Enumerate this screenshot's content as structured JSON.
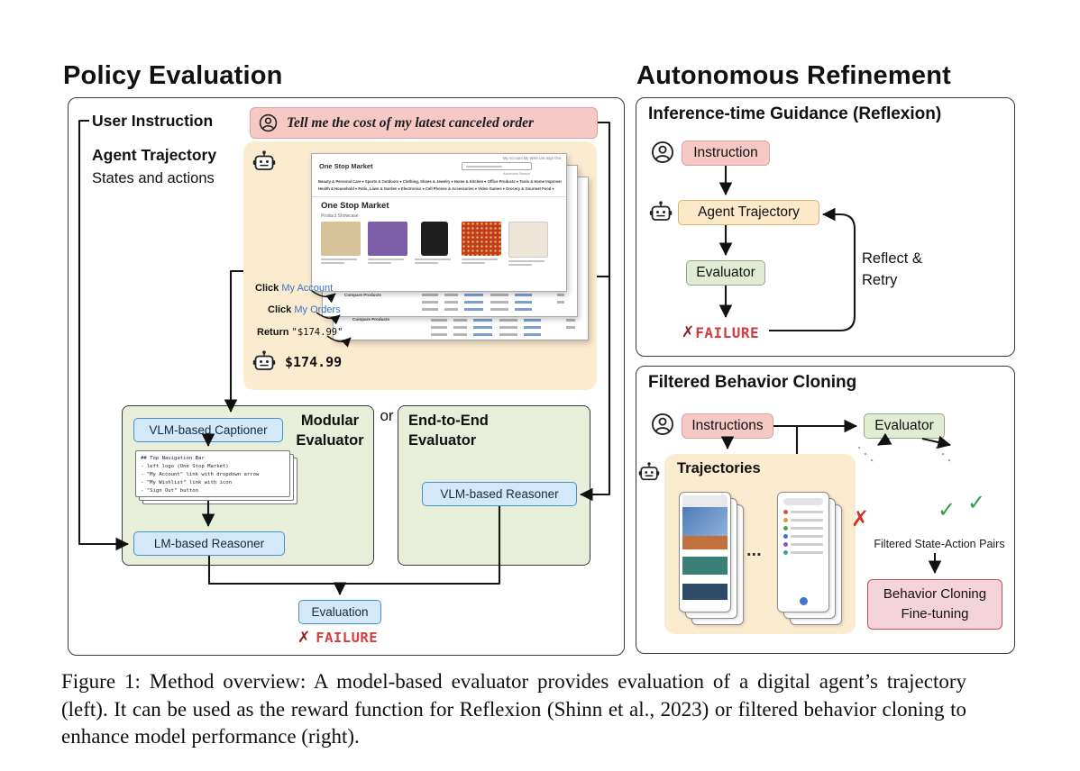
{
  "figure": {
    "left": {
      "title": "Policy Evaluation",
      "labels": {
        "user_instruction": "User Instruction",
        "agent_trajectory": "Agent Trajectory",
        "states_and_actions": "States and actions",
        "or": "or"
      },
      "instruction_bubble": {
        "text": "Tell me the cost of my latest canceled order"
      },
      "trajectory": {
        "browser": {
          "top_links": "My Account    My Wish List    Sign Out",
          "logo": "One Stop Market",
          "search_hint": "Advanced Search",
          "nav_row1": "Beauty & Personal Care ▾   Sports & Outdoors ▾   Clothing, Shoes & Jewelry ▾   Home & Kitchen ▾   Office Products ▾   Tools & Home Improvement ▾",
          "nav_row2": "Health & Household ▾   Patio, Lawn & Garden ▾   Electronics ▾   Cell Phones & Accessories ▾   Video Games ▾   Grocery & Gourmet Food ▾",
          "heading": "One Stop Market",
          "subheading": "Product Showcase",
          "compare_products": "Compare Products",
          "product_colors": [
            "#d8c29a",
            "#7b5ea7",
            "#1f1f1f",
            "#c23b1c",
            "#ece5d8"
          ]
        },
        "actions": [
          {
            "verb": "Click",
            "target": "My Account"
          },
          {
            "verb": "Click",
            "target": "My Orders"
          },
          {
            "verb": "Return",
            "target": "\"$174.99\""
          }
        ],
        "result": "$174.99"
      },
      "modular_evaluator": {
        "title_line1": "Modular",
        "title_line2": "Evaluator",
        "captioner": "VLM-based Captioner",
        "caption_note": "## Top Navigation Bar\n- left logo (One Stop Market)\n- \"My Account\" link with dropdown arrow\n- \"My Wishlist\" link with icon\n- \"Sign Out\" button",
        "reasoner": "LM-based Reasoner"
      },
      "end_to_end_evaluator": {
        "title_line1": "End-to-End",
        "title_line2": "Evaluator",
        "reasoner": "VLM-based Reasoner"
      },
      "evaluation": "Evaluation",
      "failure": {
        "mark": "✗",
        "text": "FAILURE"
      }
    },
    "right": {
      "title": "Autonomous Refinement",
      "reflexion": {
        "title": "Inference-time Guidance (Reflexion)",
        "instruction": "Instruction",
        "agent_trajectory": "Agent Trajectory",
        "evaluator": "Evaluator",
        "failure": {
          "mark": "✗",
          "text": "FAILURE"
        },
        "reflect_retry_line1": "Reflect &",
        "reflect_retry_line2": "Retry"
      },
      "behavior_cloning": {
        "title": "Filtered Behavior Cloning",
        "instructions": "Instructions",
        "evaluator": "Evaluator",
        "trajectories": "Trajectories",
        "ellipsis": "...",
        "fail_mark": "✗",
        "pass_mark": "✓",
        "filtered_pairs": "Filtered State-Action Pairs",
        "box_line1": "Behavior Cloning",
        "box_line2": "Fine-tuning"
      }
    },
    "caption": "Figure 1: Method overview: A model-based evaluator provides evaluation of a digital agent’s trajectory (left). It can be used as the reward function for Reflexion (Shinn et al., 2023) or filtered behavior cloning to enhance model performance (right)."
  },
  "colors": {
    "failure_mark": "#8f1f1f",
    "failure_text": "#d63c3c",
    "bc_fail": "#cf3428",
    "bc_pass": "#2f9e47",
    "link_blue": "#3a6fc9"
  }
}
